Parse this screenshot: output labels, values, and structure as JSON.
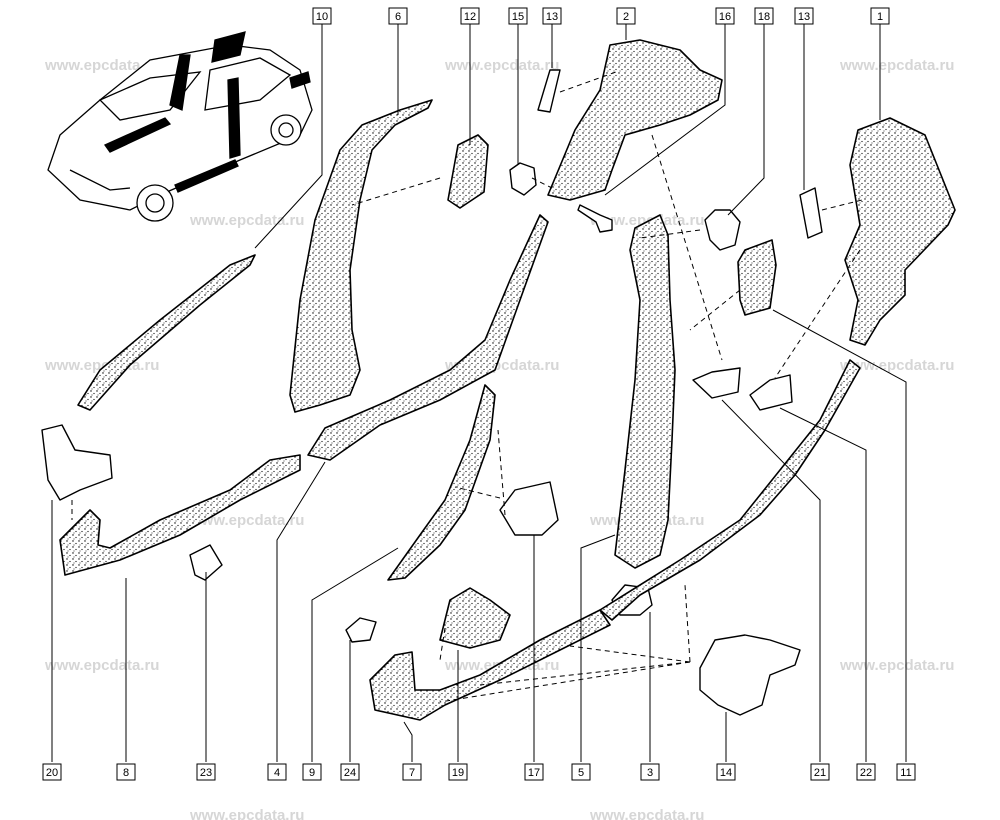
{
  "watermark": "www.epcdata.ru",
  "top_callouts": [
    "10",
    "6",
    "12",
    "15",
    "13",
    "2",
    "16",
    "18",
    "13",
    "1"
  ],
  "bottom_callouts": [
    "20",
    "8",
    "23",
    "4",
    "9",
    "24",
    "7",
    "19",
    "17",
    "5",
    "3",
    "14",
    "21",
    "22",
    "11"
  ],
  "colors": {
    "ink": "#000000",
    "watermark": "#d6d6d6",
    "background": "#ffffff"
  }
}
